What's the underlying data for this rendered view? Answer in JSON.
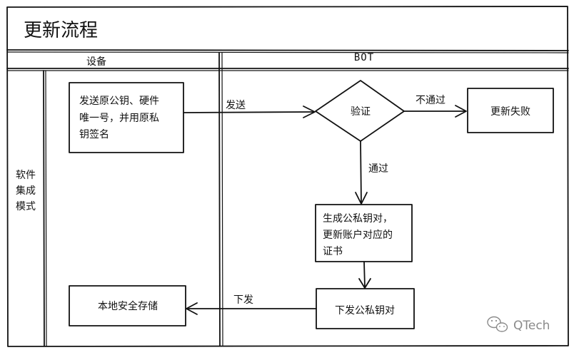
{
  "title": "更新流程",
  "lanes": {
    "device": "设备",
    "bot": "BOT",
    "row": [
      "软件",
      "集成",
      "模式"
    ]
  },
  "nodes": {
    "sign": [
      "发送原公钥、硬件",
      "唯一号，并用原私",
      "钥签名"
    ],
    "verify": "验证",
    "fail": "更新失败",
    "gen": [
      "生成公私钥对，",
      "更新账户对应的",
      "证书"
    ],
    "issue": "下发公私钥对",
    "store": "本地安全存储"
  },
  "edges": {
    "send": "发送",
    "not_pass": "不通过",
    "pass": "通过",
    "issue": "下发"
  },
  "watermark": "QTech"
}
